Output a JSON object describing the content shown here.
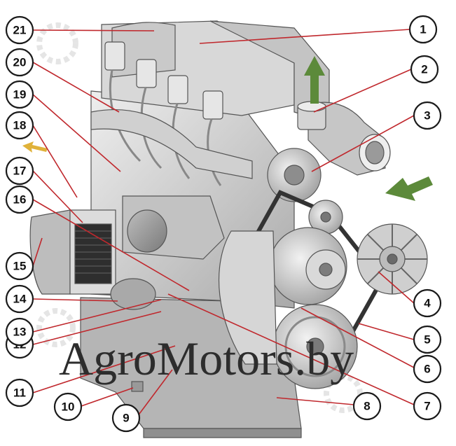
{
  "diagram": {
    "callouts": [
      {
        "id": "callout-1",
        "label": "1"
      },
      {
        "id": "callout-2",
        "label": "2"
      },
      {
        "id": "callout-3",
        "label": "3"
      },
      {
        "id": "callout-4",
        "label": "4"
      },
      {
        "id": "callout-5",
        "label": "5"
      },
      {
        "id": "callout-6",
        "label": "6"
      },
      {
        "id": "callout-7",
        "label": "7"
      },
      {
        "id": "callout-8",
        "label": "8"
      },
      {
        "id": "callout-9",
        "label": "9"
      },
      {
        "id": "callout-10",
        "label": "10"
      },
      {
        "id": "callout-11",
        "label": "11"
      },
      {
        "id": "callout-12",
        "label": "12"
      },
      {
        "id": "callout-13",
        "label": "13"
      },
      {
        "id": "callout-14",
        "label": "14"
      },
      {
        "id": "callout-15",
        "label": "15"
      },
      {
        "id": "callout-16",
        "label": "16"
      },
      {
        "id": "callout-17",
        "label": "17"
      },
      {
        "id": "callout-18",
        "label": "18"
      },
      {
        "id": "callout-19",
        "label": "19"
      },
      {
        "id": "callout-20",
        "label": "20"
      },
      {
        "id": "callout-21",
        "label": "21"
      }
    ],
    "watermark": "AgroMotors.by",
    "arrow_colors": {
      "green": "#5c8a3a",
      "yellow": "#e0b23a"
    },
    "leader_color": "#c0282d"
  }
}
